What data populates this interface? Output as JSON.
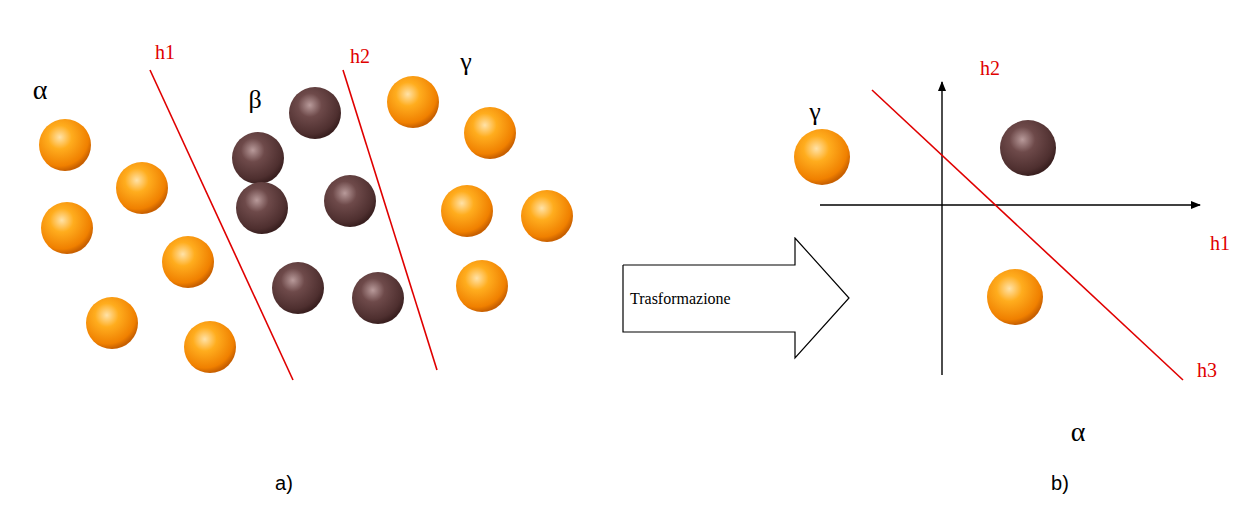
{
  "diagram": {
    "nodes": [
      {
        "text": [
          "Trasformazione"
        ]
      }
    ],
    "labels": [
      "α",
      "h1",
      "β",
      "h2",
      "γ",
      "h2",
      "γ",
      "h1",
      "h3",
      "α",
      "a)",
      "b)"
    ]
  }
}
